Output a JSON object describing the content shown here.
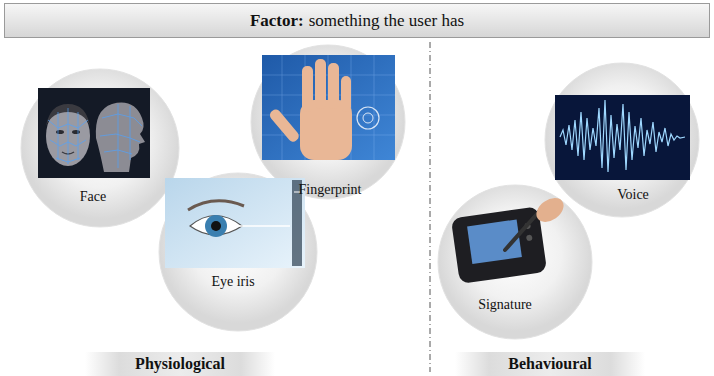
{
  "diagram": {
    "nodes": [
      {
        "text": [
          "Factor:",
          "something the user has"
        ]
      },
      {
        "text": [
          "Face"
        ]
      },
      {
        "text": [
          "Eye iris"
        ]
      },
      {
        "text": [
          "Fingerprint"
        ]
      },
      {
        "text": [
          "Signature"
        ]
      },
      {
        "text": [
          "Voice"
        ]
      },
      {
        "text": [
          "Physiological"
        ]
      },
      {
        "text": [
          "Behavioural"
        ]
      }
    ]
  }
}
